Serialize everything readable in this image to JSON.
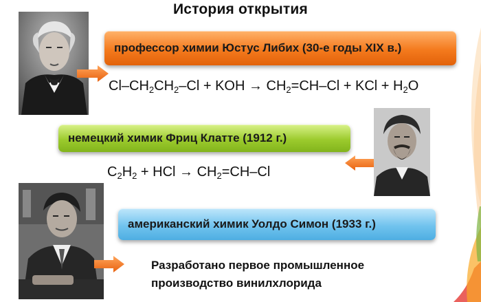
{
  "title": "История открытия",
  "banners": {
    "liebig": "профессор химии Юстус Либих (30-е годы XIX в.)",
    "klatte": "немецкий химик Фриц Клатте (1912 г.)",
    "simon": "американский химик Уолдо Симон (1933 г.)"
  },
  "equations": {
    "eq1": {
      "p1": "Cl–CH",
      "s1": "2",
      "p2": "CH",
      "s2": "2",
      "p3": "–Cl + KOH → CH",
      "s3": "2",
      "p4": "=CH–Cl + KCl + H",
      "s4": "2",
      "p5": "O"
    },
    "eq2": {
      "p1": "C",
      "s1": "2",
      "p2": "H",
      "s2": "2",
      "p3": " + HCl → CH",
      "s3": "2",
      "p4": "=CH–Cl"
    }
  },
  "note": {
    "line1": "Разработано первое промышленное",
    "line2": "производство винилхлорида"
  },
  "colors": {
    "orange_banner": "#f47a1d",
    "green_banner": "#9ccb2e",
    "blue_banner": "#71c3ee",
    "arrow": "#f07a1e"
  },
  "icons": {
    "portrait_liebig": "portrait-photo",
    "portrait_klatte": "portrait-photo",
    "portrait_simon": "portrait-photo",
    "arrows": "block-arrow"
  }
}
